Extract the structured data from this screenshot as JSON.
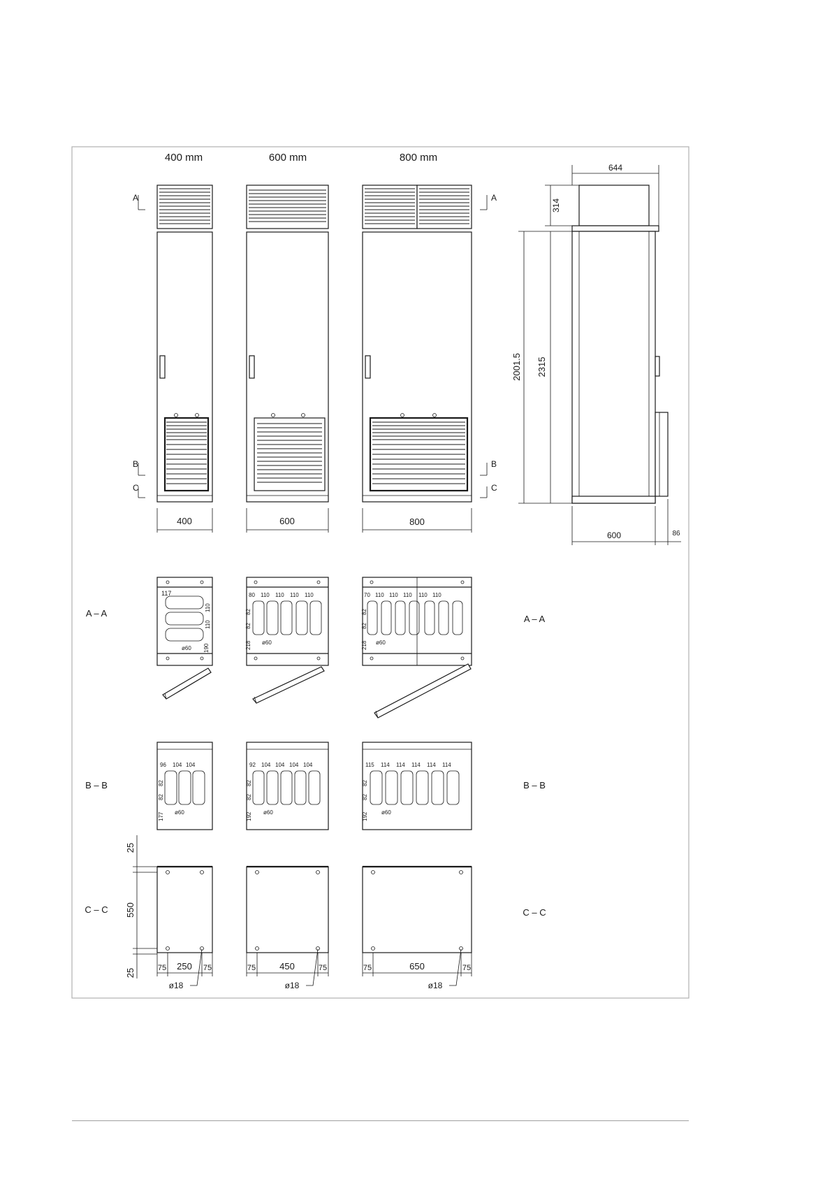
{
  "header_widths": [
    "400 mm",
    "600 mm",
    "800 mm"
  ],
  "section_marks": {
    "a": "A",
    "b": "B",
    "c": "C"
  },
  "front_dims": [
    "400",
    "600",
    "800"
  ],
  "side_view": {
    "top_width": "644",
    "top_height": "314",
    "inner_height": "2001.5",
    "total_height": "2315",
    "depth": "600",
    "offset": "86"
  },
  "sections": {
    "aa": "A – A",
    "bb": "B – B",
    "cc": "C – C"
  },
  "section_aa": {
    "w400": {
      "top": "117",
      "side1": "110",
      "side2": "110",
      "bottom": "190",
      "hole": "ø60"
    },
    "w600": {
      "labels": [
        "80",
        "110",
        "110",
        "110",
        "110"
      ],
      "side1": "82",
      "side2": "82",
      "bottom": "218",
      "hole": "ø60"
    },
    "w800": {
      "labels": [
        "70",
        "110",
        "110",
        "110",
        "110",
        "110"
      ],
      "side1": "82",
      "side2": "82",
      "bottom": "218",
      "hole": "ø60"
    }
  },
  "section_bb": {
    "w400": {
      "labels": [
        "96",
        "104",
        "104"
      ],
      "side1": "82",
      "side2": "82",
      "bottom": "177",
      "hole": "ø60"
    },
    "w600": {
      "labels": [
        "92",
        "104",
        "104",
        "104",
        "104"
      ],
      "side1": "82",
      "side2": "82",
      "bottom": "192",
      "hole": "ø60"
    },
    "w800": {
      "labels": [
        "115",
        "114",
        "114",
        "114",
        "114",
        "114"
      ],
      "side1": "82",
      "side2": "82",
      "bottom": "192",
      "hole": "ø60"
    }
  },
  "section_cc": {
    "v_top": "25",
    "v_mid": "550",
    "v_bot": "25",
    "w400": {
      "left": "75",
      "mid": "250",
      "right": "75",
      "hole": "ø18"
    },
    "w600": {
      "left": "75",
      "mid": "450",
      "right": "75",
      "hole": "ø18"
    },
    "w800": {
      "left": "75",
      "mid": "650",
      "right": "75",
      "hole": "ø18"
    }
  }
}
